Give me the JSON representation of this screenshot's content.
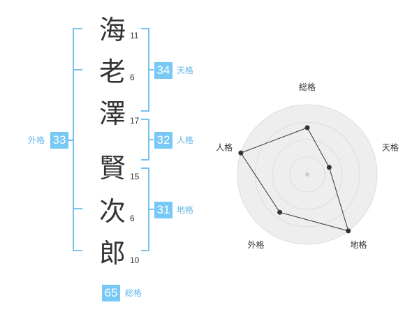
{
  "characters": [
    {
      "char": "海",
      "strokes": "11"
    },
    {
      "char": "老",
      "strokes": "6"
    },
    {
      "char": "澤",
      "strokes": "17"
    },
    {
      "char": "賢",
      "strokes": "15"
    },
    {
      "char": "次",
      "strokes": "6"
    },
    {
      "char": "郎",
      "strokes": "10"
    }
  ],
  "scores": {
    "tenkaku": {
      "label": "天格",
      "value": "34"
    },
    "jinkaku": {
      "label": "人格",
      "value": "32"
    },
    "chikaku": {
      "label": "地格",
      "value": "31"
    },
    "gaikaku": {
      "label": "外格",
      "value": "33"
    },
    "soukaku": {
      "label": "総格",
      "value": "65"
    }
  },
  "chart_data": {
    "type": "radar",
    "axes": [
      "総格",
      "天格",
      "地格",
      "外格",
      "人格"
    ],
    "values": [
      0.67,
      0.33,
      1.0,
      0.67,
      1.0
    ],
    "rings": 4,
    "colors": {
      "fill": "#eeeeee",
      "ring": "#dddddd",
      "line": "#333333",
      "point": "#333333",
      "center": "#cccccc"
    }
  }
}
